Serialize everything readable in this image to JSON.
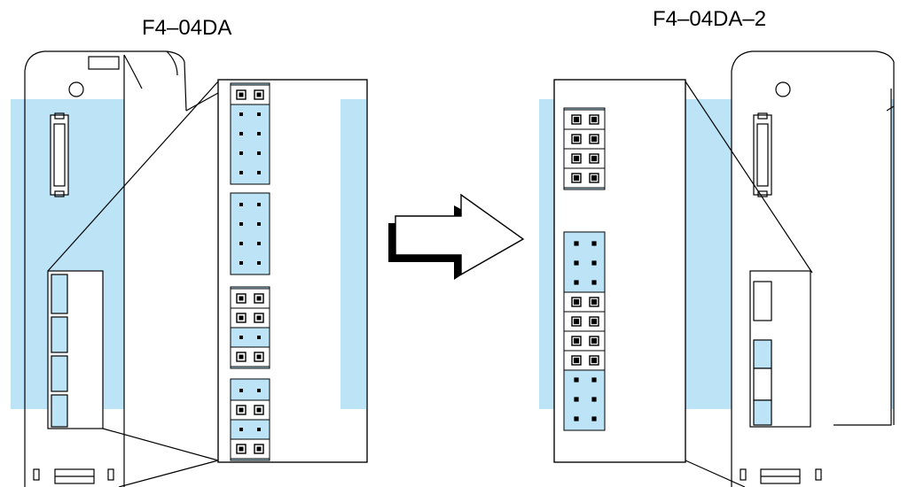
{
  "diagram": {
    "left_module": {
      "model": "F4–04DA"
    },
    "right_module": {
      "model": "F4–04DA–2"
    },
    "arrow": {
      "direction": "right"
    },
    "colors": {
      "highlight": "#bde3f7",
      "line": "#000000",
      "background": "#ffffff"
    }
  }
}
